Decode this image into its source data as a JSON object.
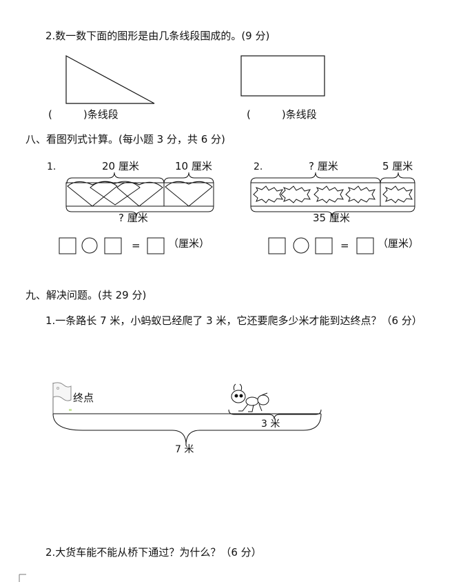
{
  "q2": {
    "title": "2.数一数下面的图形是由几条线段围成的。(9 分)",
    "answer_triangle": "(　　　)条线段",
    "answer_rect": "(　　　)条线段"
  },
  "s8": {
    "heading": "八、看图列式计算。(每小题 3 分，共 6 分)",
    "p1": {
      "num": "1.",
      "top_left": "20 厘米",
      "top_right": "10 厘米",
      "bottom": "? 厘米"
    },
    "p2": {
      "num": "2.",
      "top_left": "? 厘米",
      "top_right": "5 厘米",
      "bottom": "35 厘米"
    },
    "equals": "=",
    "unit": "（厘米）"
  },
  "s9": {
    "heading": "九、解决问题。(共 29 分)",
    "q1": "1.一条路长 7 米，小蚂蚁已经爬了 3 米，它还要爬多少米才能到达终点？（6 分）",
    "end_label": "终点",
    "ant_distance": "3 米",
    "total": "7 米",
    "q2": "2.大货车能不能从桥下通过？为什么？（6 分）"
  }
}
